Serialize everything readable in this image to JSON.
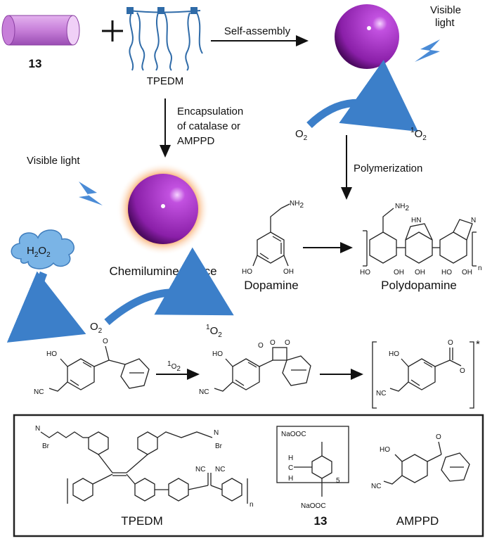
{
  "labels": {
    "compound_13": "13",
    "tpedm": "TPEDM",
    "self_assembly": "Self-assembly",
    "visible_light_top_1": "Visible",
    "visible_light_top_2": "light",
    "o2_top": "O",
    "o2_top_sub": "2",
    "singlet_o2_top_sup": "1",
    "singlet_o2_top": "O",
    "singlet_o2_top_sub": "2",
    "encapsulation_1": "Encapsulation",
    "encapsulation_2": "of catalase or",
    "encapsulation_3": "AMPPD",
    "polymerization": "Polymerization",
    "visible_light_left": "Visible light",
    "h2o2": "H",
    "h2o2_sub1": "2",
    "h2o2_mid": "O",
    "h2o2_sub2": "2",
    "chemiluminescence": "Chemiluminescence",
    "o2_mid": "O",
    "o2_mid_sub": "2",
    "singlet_o2_mid_sup": "1",
    "singlet_o2_mid": "O",
    "singlet_o2_mid_sub": "2",
    "dopamine": "Dopamine",
    "polydopamine": "Polydopamine",
    "nh2": "NH",
    "nh2_sub": "2",
    "ho": "HO",
    "oh": "OH",
    "hn": "HN",
    "n_atom": "N",
    "nc": "NC",
    "n_sub": "n",
    "o_atom": "O",
    "reaction_singlet_sup": "1",
    "reaction_singlet": "O",
    "reaction_singlet_sub": "2",
    "excited_star": "*",
    "legend_tpedm": "TPEDM",
    "legend_13": "13",
    "legend_amppd": "AMPPD",
    "naooc": "NaOOC",
    "br": "Br",
    "sub5": "5",
    "c_atom": "C",
    "h_atom": "H"
  },
  "colors": {
    "sphere": "#a535c8",
    "glow": "#f7a25c",
    "arrow_blue": "#3c7fc9",
    "cloud": "#7ab4e6",
    "cylinder": "#c77fd9"
  }
}
